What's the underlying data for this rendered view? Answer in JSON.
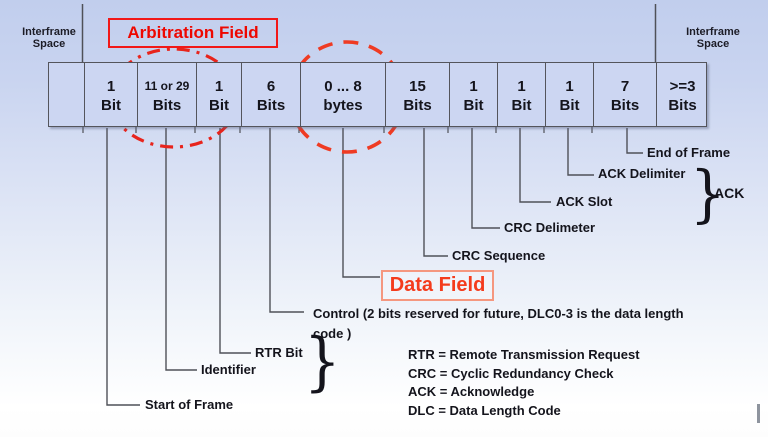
{
  "palette": {
    "background_top": "#c1ceed",
    "background_bottom": "#ffffff",
    "cell_fill": "#ccd6f2",
    "line_gray": "#4f5158",
    "accent_red": "#ee0700",
    "ellipse_red": "#e8241c",
    "data_box_border": "#f5977f",
    "data_box_text": "#f43b1c"
  },
  "interframe_left": {
    "line1": "Interframe",
    "line2": "Space"
  },
  "interframe_right": {
    "line1": "Interframe",
    "line2": "Space"
  },
  "overlays": {
    "arbitration_label": "Arbitration Field",
    "data_field_label": "Data Field"
  },
  "frame": {
    "fields": [
      {
        "amount": "",
        "unit": ""
      },
      {
        "amount": "1",
        "unit": "Bit"
      },
      {
        "amount": "11 or 29",
        "unit": "Bits"
      },
      {
        "amount": "1",
        "unit": "Bit"
      },
      {
        "amount": "6",
        "unit": "Bits"
      },
      {
        "amount": "0 ... 8",
        "unit": "bytes"
      },
      {
        "amount": "15",
        "unit": "Bits"
      },
      {
        "amount": "1",
        "unit": "Bit"
      },
      {
        "amount": "1",
        "unit": "Bit"
      },
      {
        "amount": "1",
        "unit": "Bit"
      },
      {
        "amount": "7",
        "unit": "Bits"
      },
      {
        "amount": ">=3",
        "unit": "Bits"
      }
    ]
  },
  "callouts": {
    "start_of_frame": "Start of Frame",
    "identifier": "Identifier",
    "rtr_bit": "RTR Bit",
    "control_line1": "Control (2 bits reserved for future, DLC0-3 is the data length",
    "control_line2": "code )",
    "data_field": "Data Field",
    "crc_sequence": "CRC Sequence",
    "crc_delimeter": "CRC Delimeter",
    "ack_slot": "ACK Slot",
    "ack_delimiter": "ACK Delimiter",
    "end_of_frame": "End of Frame",
    "ack_group": "ACK"
  },
  "legend": {
    "items": [
      "RTR = Remote Transmission Request",
      "CRC = Cyclic Redundancy Check",
      "ACK = Acknowledge",
      "DLC = Data Length Code"
    ]
  },
  "glyphs": {
    "brace": "}"
  }
}
